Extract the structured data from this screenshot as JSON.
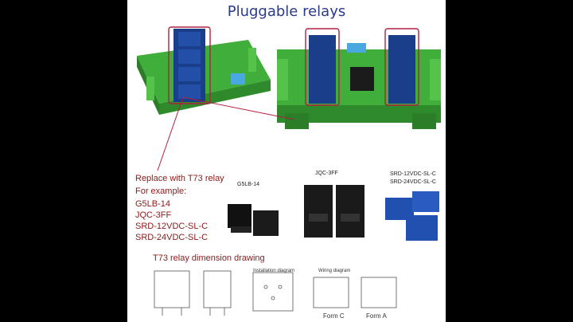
{
  "title": "Pluggable relays",
  "replace_text": {
    "heading": "Replace with T73 relay",
    "sub": "For example:",
    "items": [
      "G5LB-14",
      "JQC-3FF",
      "SRD-12VDC-SL-C",
      "SRD-24VDC-SL-C"
    ]
  },
  "relay_labels": {
    "g5lb": "G5LB-14",
    "jqc": "JQC-3FF",
    "srd": [
      "SRD-12VDC-SL-C",
      "SRD-24VDC-SL-C"
    ]
  },
  "dimension": {
    "title": "T73 relay dimension drawing",
    "installation": "Installation diagram",
    "wiring": "Wiring diagram",
    "form_c": "Form  C",
    "form_a": "Form  A"
  },
  "colors": {
    "accent": "#2a3a8c",
    "red_text": "#8a1a1a",
    "board_green": "#3fae3a",
    "highlight": "#b02040"
  }
}
